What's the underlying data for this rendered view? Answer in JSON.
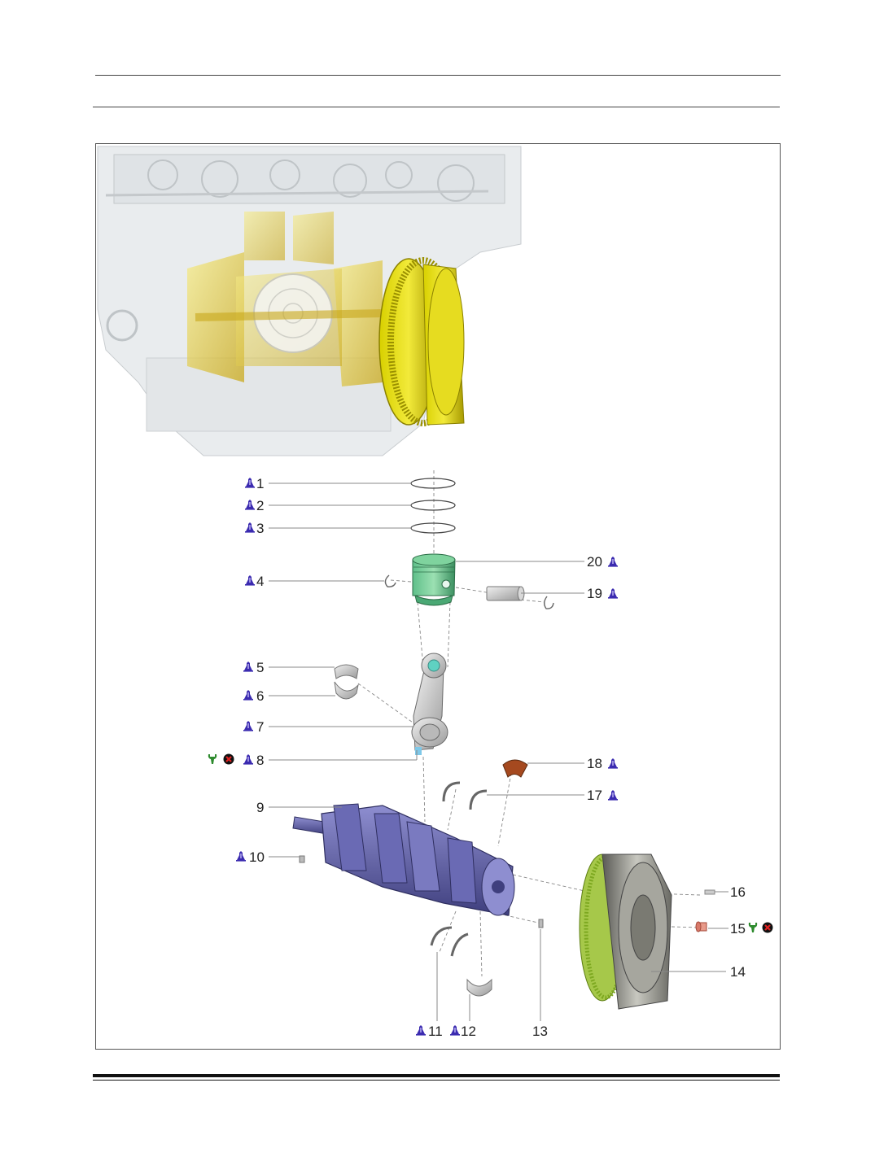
{
  "icons": {
    "replace": "new-part-icon",
    "torque": "torque-wrench-icon",
    "no_reuse": "do-not-reuse-icon",
    "color_replace": "#3b2bb0",
    "color_torque": "#2e8b2e",
    "color_no_reuse": "#c81e1e"
  },
  "callouts": [
    {
      "id": "c1",
      "num": "1"
    },
    {
      "id": "c2",
      "num": "2"
    },
    {
      "id": "c3",
      "num": "3"
    },
    {
      "id": "c4",
      "num": "4"
    },
    {
      "id": "c5",
      "num": "5"
    },
    {
      "id": "c6",
      "num": "6"
    },
    {
      "id": "c7",
      "num": "7"
    },
    {
      "id": "c8",
      "num": "8"
    },
    {
      "id": "c9",
      "num": "9"
    },
    {
      "id": "c10",
      "num": "10"
    },
    {
      "id": "c11",
      "num": "11"
    },
    {
      "id": "c12",
      "num": "12"
    },
    {
      "id": "c13",
      "num": "13"
    },
    {
      "id": "c14",
      "num": "14"
    },
    {
      "id": "c15",
      "num": "15"
    },
    {
      "id": "c16",
      "num": "16"
    },
    {
      "id": "c17",
      "num": "17"
    },
    {
      "id": "c18",
      "num": "18"
    },
    {
      "id": "c19",
      "num": "19"
    },
    {
      "id": "c20",
      "num": "20"
    }
  ]
}
